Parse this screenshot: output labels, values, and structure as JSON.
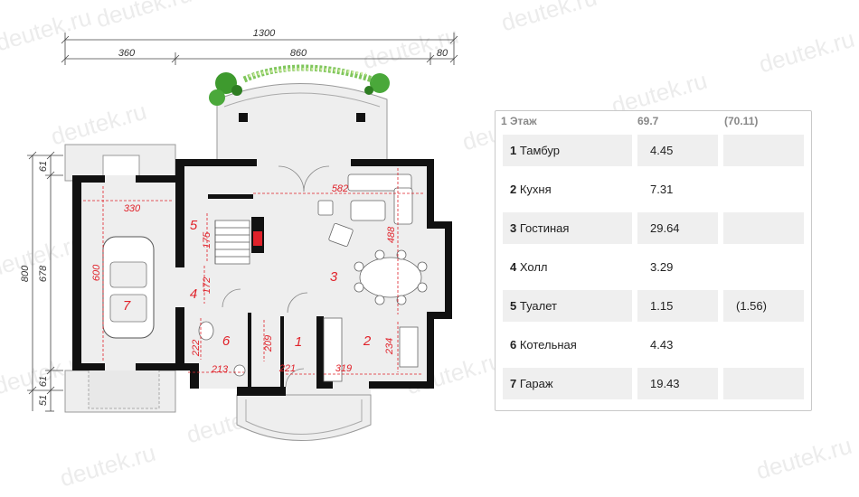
{
  "watermark": "deutek.ru",
  "plan": {
    "dimensions": {
      "total_width": "1300",
      "seg_left": "360",
      "seg_mid": "860",
      "seg_right": "80",
      "total_height": "800",
      "h_top": "61",
      "h_mid": "678",
      "h_lower": "61",
      "h_bottom": "51"
    },
    "room_dims": {
      "garage_w": "330",
      "garage_h": "600",
      "living_w": "582",
      "living_h": "488",
      "stair_h": "175",
      "hall_h": "172",
      "boiler_h": "222",
      "boiler_w": "213",
      "vest_h": "209",
      "vest_w": "221",
      "kitchen_h": "234",
      "kitchen_w": "319"
    },
    "room_numbers": {
      "r1": "1",
      "r2": "2",
      "r3": "3",
      "r4": "4",
      "r5": "5",
      "r6": "6",
      "r7": "7"
    }
  },
  "table": {
    "header": {
      "floor": "1 Этаж",
      "area": "69.7",
      "total": "(70.11)"
    },
    "rows": [
      {
        "num": "1",
        "name": "Тамбур",
        "area": "4.45",
        "extra": ""
      },
      {
        "num": "2",
        "name": "Кухня",
        "area": "7.31",
        "extra": ""
      },
      {
        "num": "3",
        "name": "Гостиная",
        "area": "29.64",
        "extra": ""
      },
      {
        "num": "4",
        "name": "Холл",
        "area": "3.29",
        "extra": ""
      },
      {
        "num": "5",
        "name": "Туалет",
        "area": "1.15",
        "extra": "(1.56)"
      },
      {
        "num": "6",
        "name": "Котельная",
        "area": "4.43",
        "extra": ""
      },
      {
        "num": "7",
        "name": "Гараж",
        "area": "19.43",
        "extra": ""
      }
    ]
  }
}
